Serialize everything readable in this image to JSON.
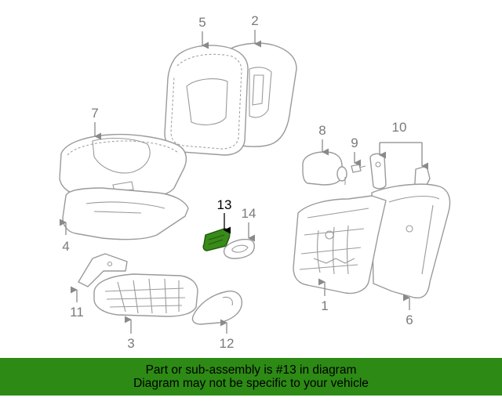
{
  "callouts": {
    "c1": "1",
    "c2": "2",
    "c3": "3",
    "c4": "4",
    "c5": "5",
    "c6": "6",
    "c7": "7",
    "c8": "8",
    "c9": "9",
    "c10": "10",
    "c11": "11",
    "c12": "12",
    "c13": "13",
    "c14": "14"
  },
  "highlight": {
    "part_number": "13",
    "color": "#2d8a14"
  },
  "banner": {
    "line1": "Part or sub-assembly is #13 in diagram",
    "line2": "Diagram may not be specific to your vehicle"
  },
  "colors": {
    "banner_bg": "#2d8a14",
    "line_art": "#9a9a9a",
    "highlighted_part": "#3a8a1a"
  }
}
